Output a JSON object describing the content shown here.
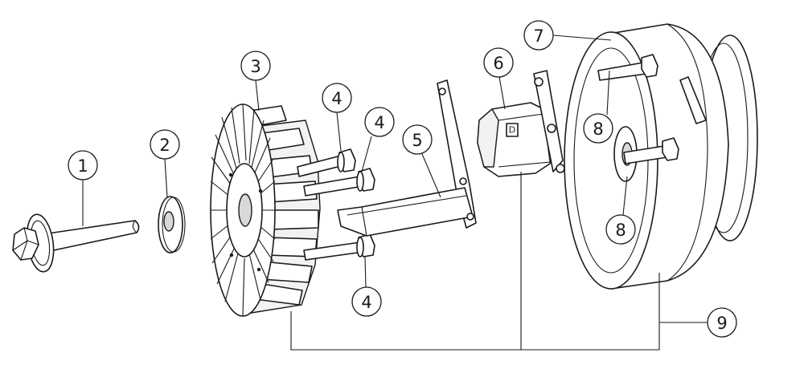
{
  "diagram": {
    "callouts": [
      {
        "id": "c1",
        "label": "1"
      },
      {
        "id": "c2",
        "label": "2"
      },
      {
        "id": "c3",
        "label": "3"
      },
      {
        "id": "c4a",
        "label": "4"
      },
      {
        "id": "c4b",
        "label": "4"
      },
      {
        "id": "c4c",
        "label": "4"
      },
      {
        "id": "c5",
        "label": "5"
      },
      {
        "id": "c6",
        "label": "6"
      },
      {
        "id": "c7",
        "label": "7"
      },
      {
        "id": "c8a",
        "label": "8"
      },
      {
        "id": "c8b",
        "label": "8"
      },
      {
        "id": "c9",
        "label": "9"
      }
    ],
    "label_on_part_6": "D"
  }
}
